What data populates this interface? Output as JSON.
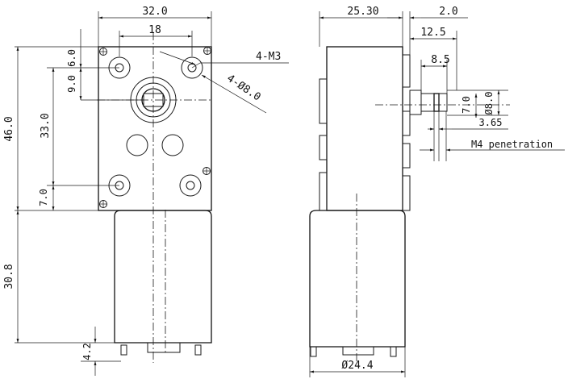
{
  "front_view": {
    "width_dim": "32.0",
    "hole_spacing_dim": "18",
    "height_dim": "46.0",
    "hole_spacing_v_dim": "33.0",
    "top_hole_offset_dim": "6.0",
    "shaft_offset_dim": "9.0",
    "bottom_hole_offset_dim": "7.0",
    "motor_length_dim": "30.8",
    "terminal_dim": "4.2",
    "thread_callout": "4-M3",
    "hole_callout": "4-Ø8.0"
  },
  "side_view": {
    "depth_dim": "25.30",
    "shaft_len_dim": "2.0",
    "shaft_ext_dim": "12.5",
    "shaft_flat_dim": "8.5",
    "flat_width_dim": "7.0",
    "shaft_dia_dim": "Ø8.0",
    "flat_depth_dim": "3.65",
    "thread_note": "M4 penetration",
    "motor_dia_dim": "Ø24.4"
  }
}
